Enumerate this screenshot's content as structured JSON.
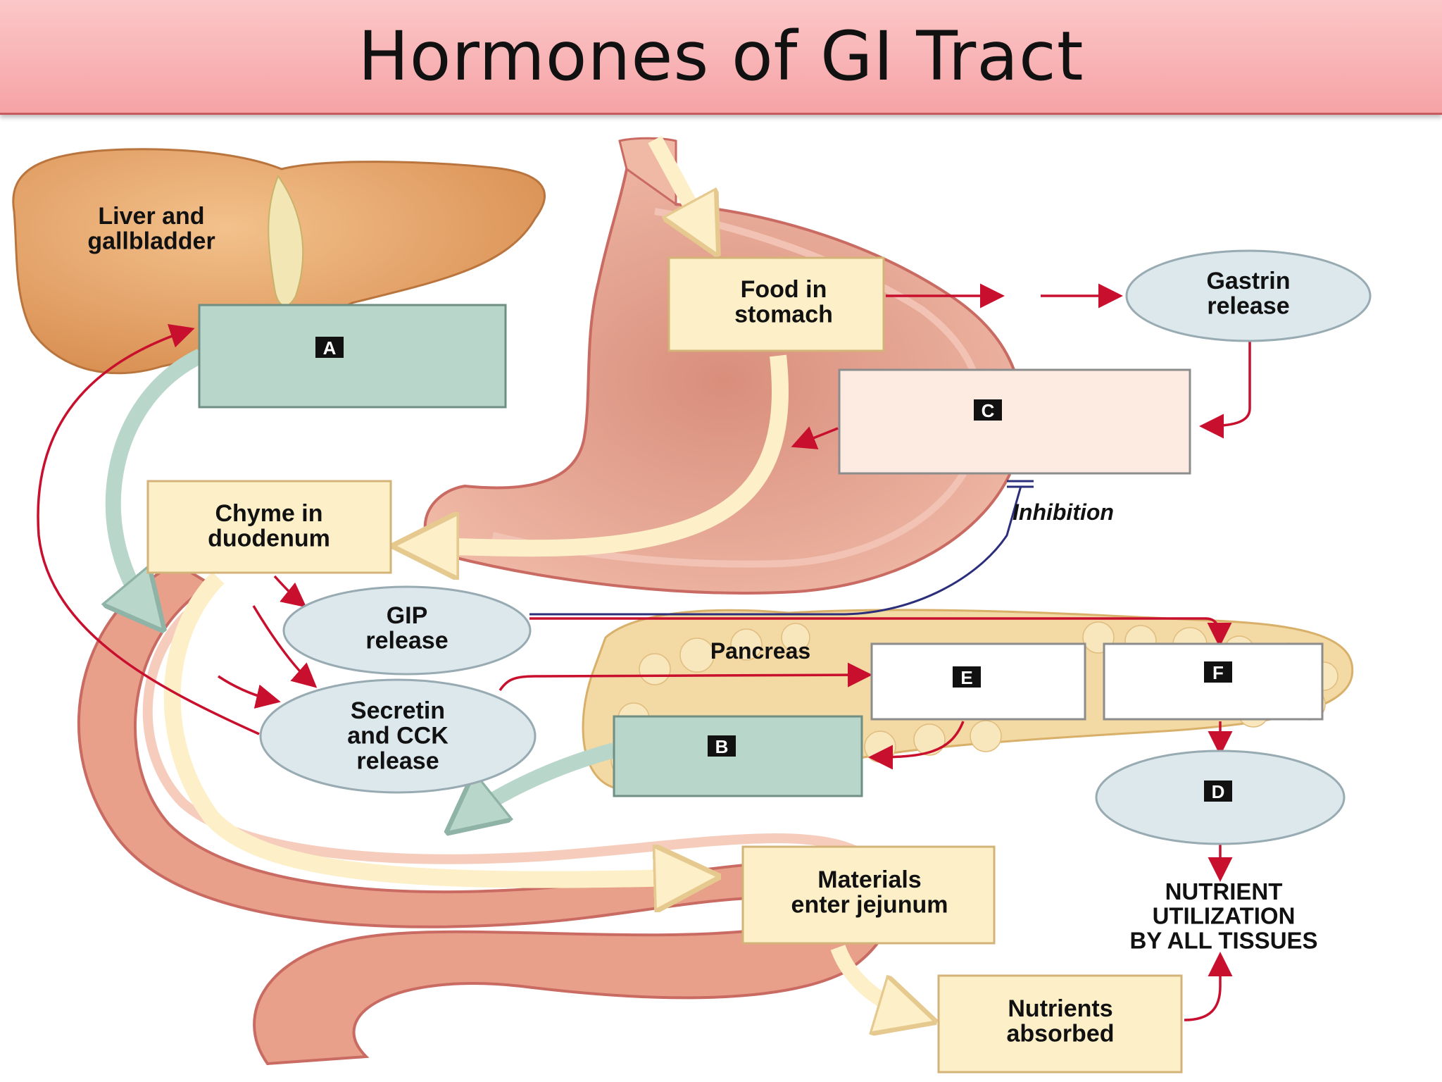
{
  "title": "Hormones of GI Tract",
  "colors": {
    "title_bar": "#f6a3a5",
    "organ_flesh": "#e9a08a",
    "liver": "#e3a469",
    "pancreas": "#f3d9a4",
    "yellow_box": "#fdf0c8",
    "teal_box": "#b9d6cb",
    "oval_fill": "#dce8ec",
    "red_arrow": "#c8102e",
    "inhibition_line": "#2b2e7a"
  },
  "organs": {
    "liver": "Liver and\ngallbladder",
    "pancreas": "Pancreas"
  },
  "boxes": {
    "food_in_stomach": "Food in\nstomach",
    "chyme_in_duodenum": "Chyme in\nduodenum",
    "materials_enter_jejunum": "Materials\nenter jejunum",
    "nutrients_absorbed": "Nutrients\nabsorbed"
  },
  "ovals": {
    "gastrin_release": "Gastrin\nrelease",
    "gip_release": "GIP\nrelease",
    "secretin_cck_release": "Secretin\nand CCK\nrelease"
  },
  "blanks": {
    "a": "A",
    "b": "B",
    "c": "C",
    "d": "D",
    "e": "E",
    "f": "F"
  },
  "annotations": {
    "inhibition": "Inhibition",
    "nutrient_utilization": "NUTRIENT\nUTILIZATION\nBY ALL TISSUES"
  }
}
